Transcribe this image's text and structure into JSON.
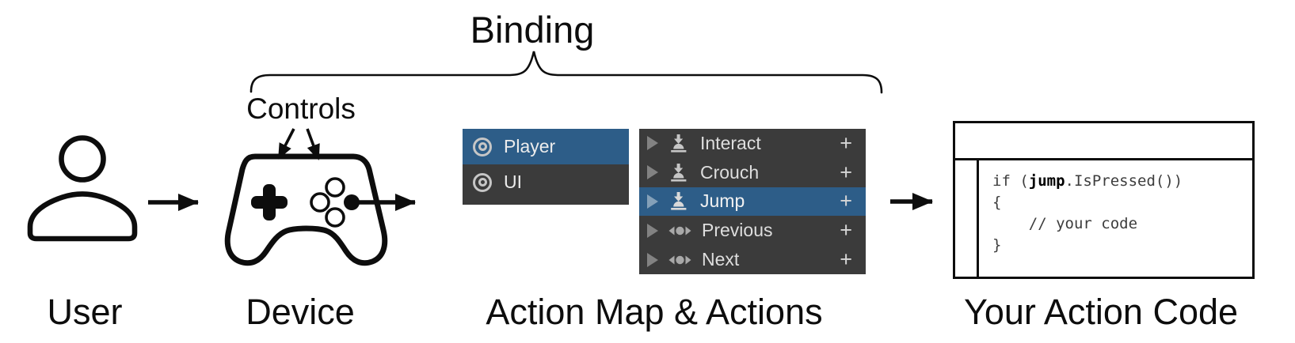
{
  "diagram": {
    "binding_label": "Binding",
    "controls_label": "Controls",
    "stage_labels": {
      "user": "User",
      "device": "Device",
      "action_map": "Action Map & Actions",
      "action_code": "Your Action Code"
    }
  },
  "action_map_panel": {
    "items": [
      {
        "label": "Player",
        "icon": "action-map-icon",
        "selected": true
      },
      {
        "label": "UI",
        "icon": "action-map-icon",
        "selected": false
      }
    ]
  },
  "actions_panel": {
    "items": [
      {
        "label": "Interact",
        "icon": "button-action-icon",
        "selected": false,
        "add_label": "+"
      },
      {
        "label": "Crouch",
        "icon": "button-action-icon",
        "selected": false,
        "add_label": "+"
      },
      {
        "label": "Jump",
        "icon": "button-action-icon",
        "selected": true,
        "add_label": "+"
      },
      {
        "label": "Previous",
        "icon": "axis-action-icon",
        "selected": false,
        "add_label": "+"
      },
      {
        "label": "Next",
        "icon": "axis-action-icon",
        "selected": false,
        "add_label": "+"
      }
    ]
  },
  "code_window": {
    "line1_pre": "if (",
    "line1_keyword": "jump",
    "line1_post": ".IsPressed())",
    "line2": "{",
    "line3": "    // your code",
    "line4": "}"
  },
  "colors": {
    "selection-blue": "#2d5d88",
    "panel-dark": "#3b3b3b",
    "icon-light": "#c6c6c6",
    "expander-gray": "#828282",
    "expander-on-blue": "#84a0b8",
    "line-black": "#0d0d0d"
  }
}
